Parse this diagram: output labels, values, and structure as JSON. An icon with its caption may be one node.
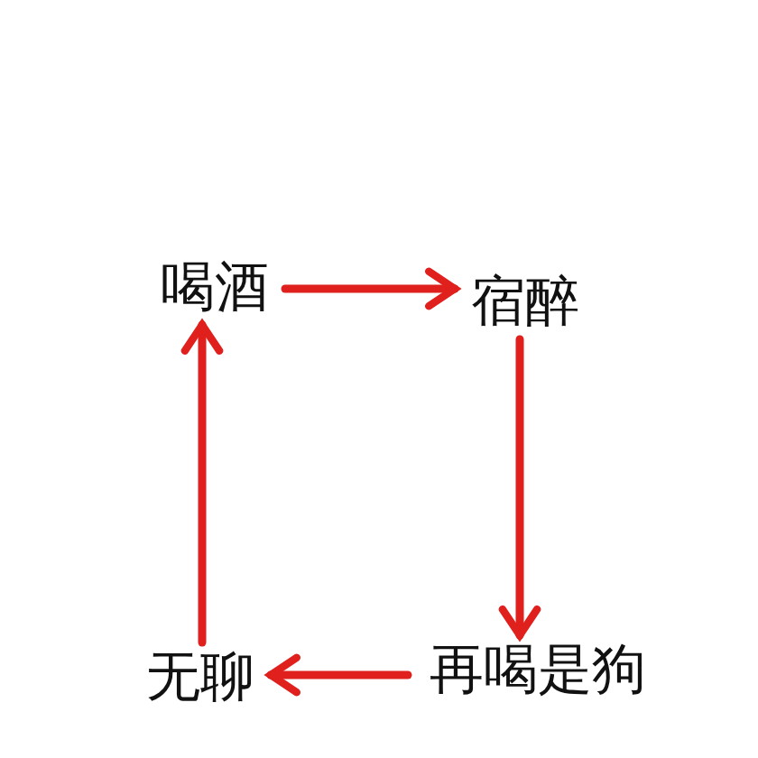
{
  "diagram": {
    "nodes": [
      {
        "text": [
          "喝酒"
        ]
      },
      {
        "text": [
          "宿醉"
        ]
      },
      {
        "text": [
          "再喝是狗"
        ]
      },
      {
        "text": [
          "无聊"
        ]
      }
    ],
    "edges": [
      {
        "from": 0,
        "to": 1,
        "arrow": "to"
      },
      {
        "from": 1,
        "to": 2,
        "arrow": "to"
      },
      {
        "from": 2,
        "to": 3,
        "arrow": "to"
      },
      {
        "from": 3,
        "to": 0,
        "arrow": "to"
      }
    ]
  }
}
